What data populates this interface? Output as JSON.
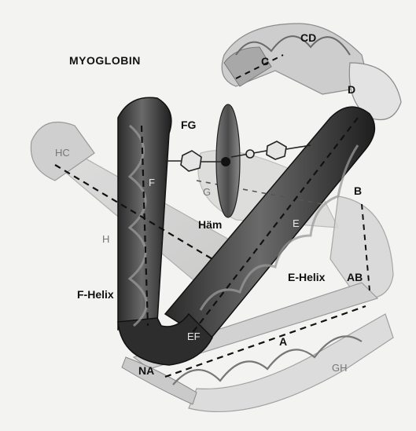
{
  "figure": {
    "title": "MYOGLOBIN",
    "helix_labels": {
      "cd": "CD",
      "c": "C",
      "d": "D",
      "fg": "FG",
      "hc": "HC",
      "f": "F",
      "g": "G",
      "h": "H",
      "heme": "Häm",
      "e": "E",
      "b": "B",
      "e_helix": "E-Helix",
      "ab": "AB",
      "f_helix": "F-Helix",
      "ef": "EF",
      "a": "A",
      "na": "NA",
      "gh": "GH"
    }
  }
}
